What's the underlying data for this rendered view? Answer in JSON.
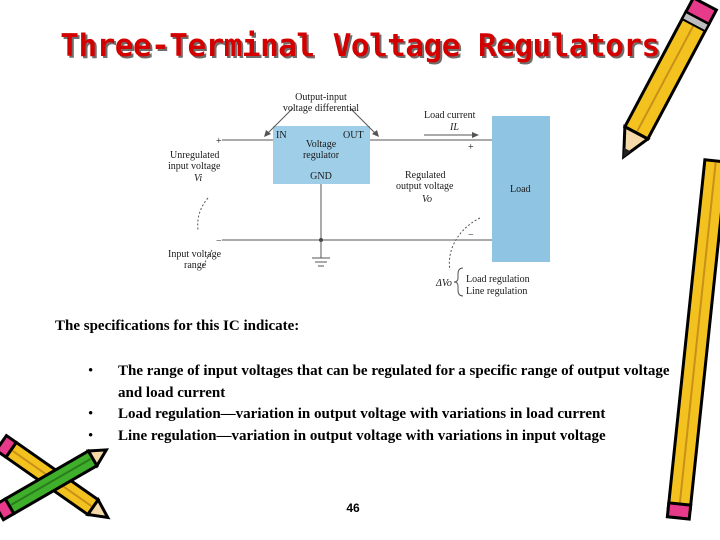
{
  "slide": {
    "title": "Three-Terminal Voltage Regulators",
    "page_number": "46"
  },
  "diagram": {
    "output_input_label_1": "Output-input",
    "output_input_label_2": "voltage differential",
    "load_current_label": "Load current",
    "load_current_symbol": "IL",
    "regulator_in": "IN",
    "regulator_out": "OUT",
    "regulator_name_1": "Voltage",
    "regulator_name_2": "regulator",
    "regulator_gnd": "GND",
    "unregulated_1": "Unregulated",
    "unregulated_2": "input voltage",
    "unregulated_symbol": "Vi",
    "regulated_1": "Regulated",
    "regulated_2": "output voltage",
    "regulated_symbol": "Vo",
    "load_label": "Load",
    "input_range_1": "Input voltage",
    "input_range_2": "range",
    "delta_vo": "ΔVo",
    "load_regulation": "Load regulation",
    "line_regulation": "Line regulation",
    "plus_left": "+",
    "minus_left": "−",
    "plus_right": "+",
    "minus_right": "−"
  },
  "content": {
    "intro": "The specifications for this IC indicate:",
    "bullets": [
      "The range of input voltages that can be regulated for a specific range of output voltage and load current",
      "Load regulation—variation in output voltage with variations in load current",
      "Line regulation—variation in output voltage with variations in input voltage"
    ],
    "bullet_symbol": "•"
  },
  "colors": {
    "title": "#d40000",
    "regulator_box": "#9fcfe8",
    "load_box": "#8fc4e3"
  }
}
